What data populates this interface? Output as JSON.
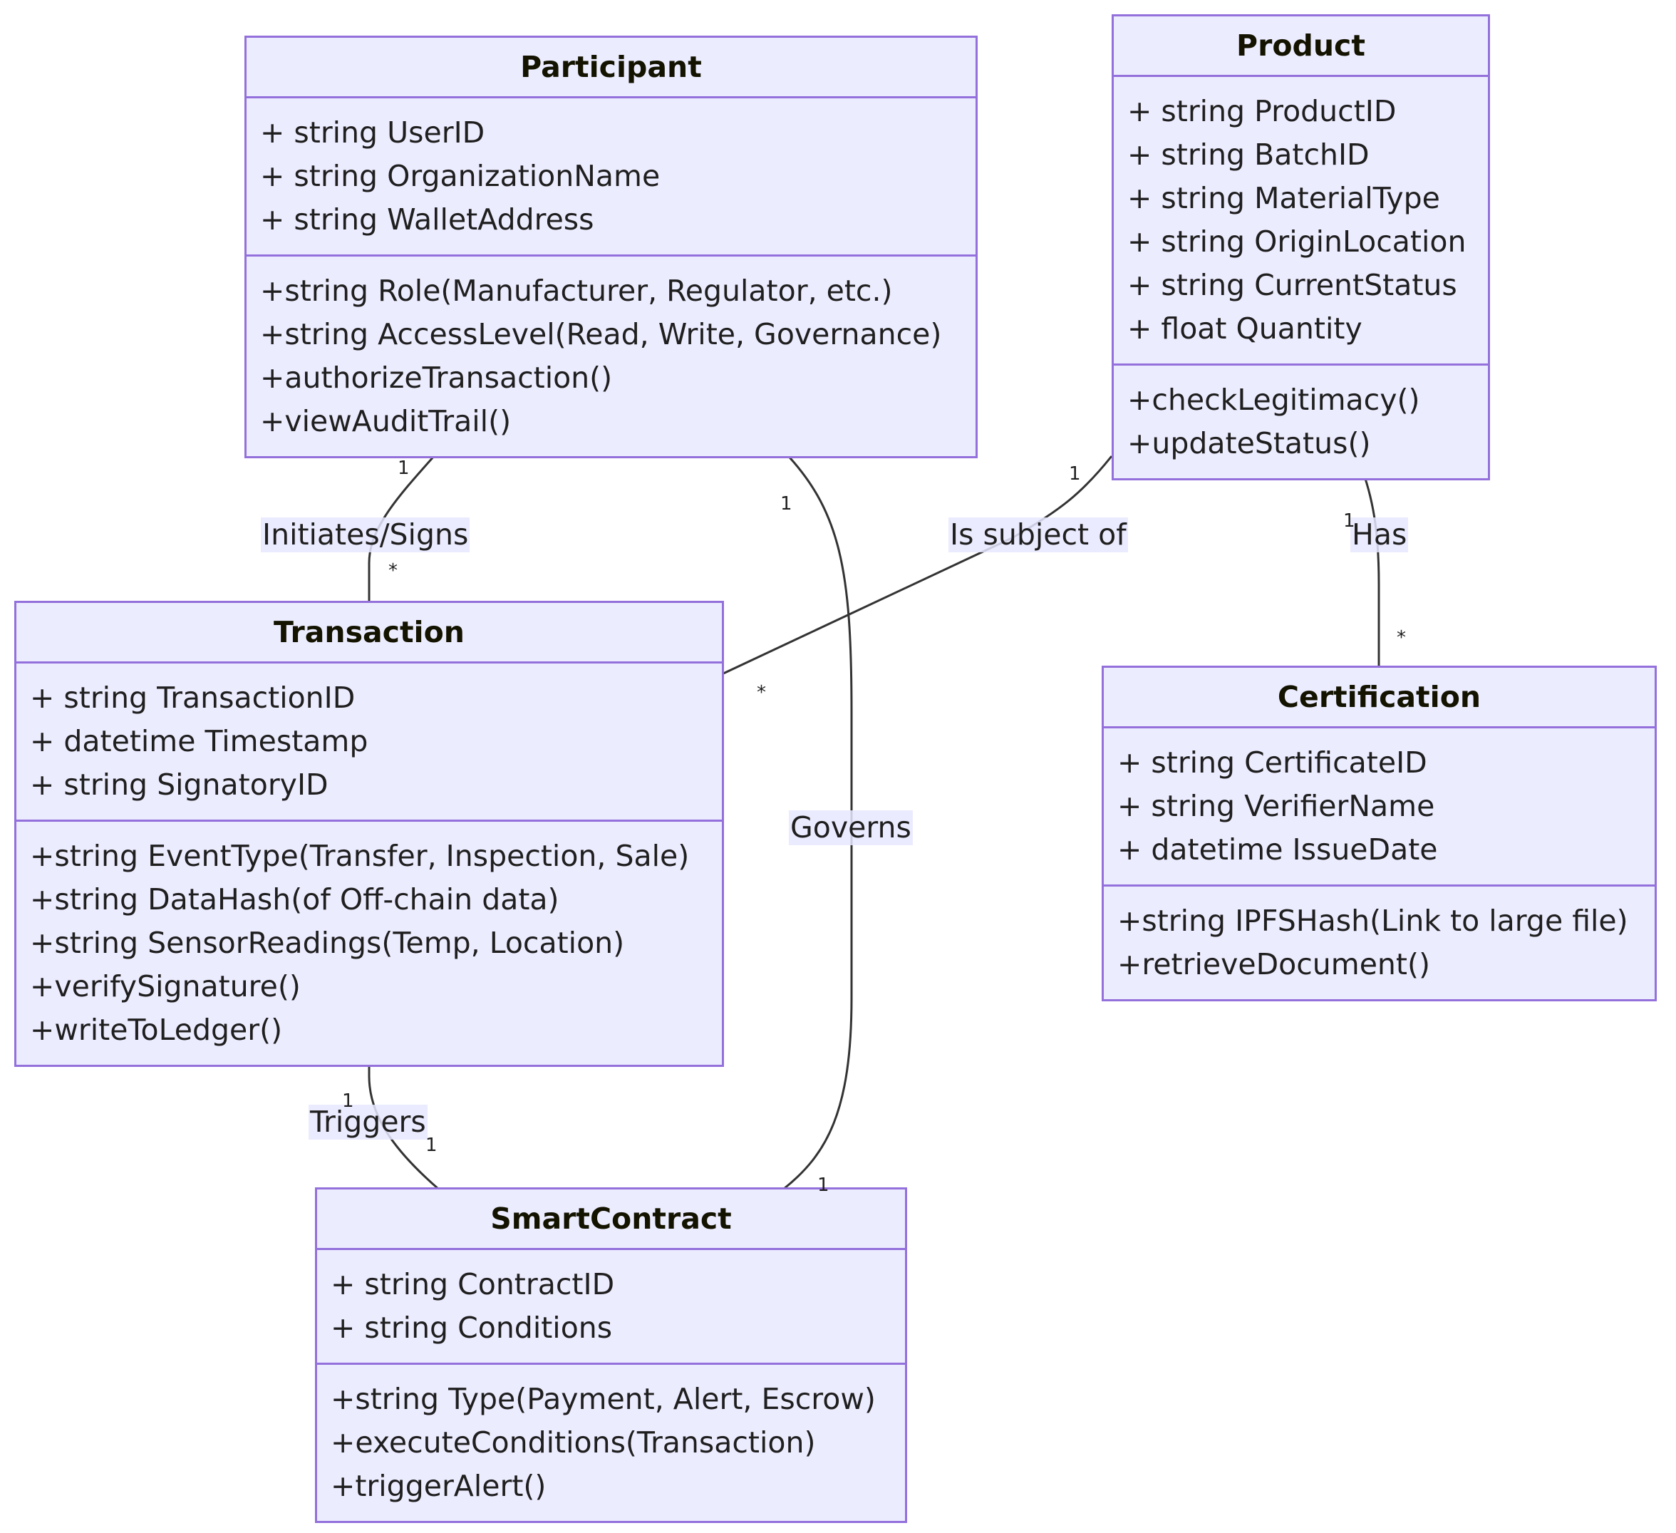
{
  "classes": {
    "participant": {
      "name": "Participant",
      "attributes": [
        "+ string UserID",
        "+ string OrganizationName",
        "+ string WalletAddress"
      ],
      "methods": [
        "+string Role(Manufacturer, Regulator, etc.)",
        "+string AccessLevel(Read, Write, Governance)",
        "+authorizeTransaction()",
        "+viewAuditTrail()"
      ]
    },
    "product": {
      "name": "Product",
      "attributes": [
        "+ string ProductID",
        "+ string BatchID",
        "+ string MaterialType",
        "+ string OriginLocation",
        "+ string CurrentStatus",
        "+ float Quantity"
      ],
      "methods": [
        "+checkLegitimacy()",
        "+updateStatus()"
      ]
    },
    "transaction": {
      "name": "Transaction",
      "attributes": [
        "+ string TransactionID",
        "+ datetime Timestamp",
        "+ string SignatoryID"
      ],
      "methods": [
        "+string EventType(Transfer, Inspection, Sale)",
        "+string DataHash(of Off-chain data)",
        "+string SensorReadings(Temp, Location)",
        "+verifySignature()",
        "+writeToLedger()"
      ]
    },
    "certification": {
      "name": "Certification",
      "attributes": [
        "+ string CertificateID",
        "+ string VerifierName",
        "+ datetime IssueDate"
      ],
      "methods": [
        "+string IPFSHash(Link to large file)",
        "+retrieveDocument()"
      ]
    },
    "smartcontract": {
      "name": "SmartContract",
      "attributes": [
        "+ string ContractID",
        "+ string Conditions"
      ],
      "methods": [
        "+string Type(Payment, Alert, Escrow)",
        "+executeConditions(Transaction)",
        "+triggerAlert()"
      ]
    }
  },
  "relationships": [
    {
      "id": "initiates",
      "from": "Participant",
      "to": "Transaction",
      "label": "Initiates/Signs",
      "from_mult": "1",
      "to_mult": "*"
    },
    {
      "id": "governs",
      "from": "Participant",
      "to": "SmartContract",
      "label": "Governs",
      "from_mult": "1",
      "to_mult": "1"
    },
    {
      "id": "subject",
      "from": "Product",
      "to": "Transaction",
      "label": "Is subject of",
      "from_mult": "1",
      "to_mult": "*"
    },
    {
      "id": "has",
      "from": "Product",
      "to": "Certification",
      "label": "Has",
      "from_mult": "1",
      "to_mult": "*"
    },
    {
      "id": "triggers",
      "from": "Transaction",
      "to": "SmartContract",
      "label": "Triggers",
      "from_mult": "1",
      "to_mult": "1"
    }
  ],
  "colors": {
    "box_fill": "#ececff",
    "box_border": "#9370db",
    "edge": "#333333",
    "label_bg": "#e8e8ff"
  }
}
